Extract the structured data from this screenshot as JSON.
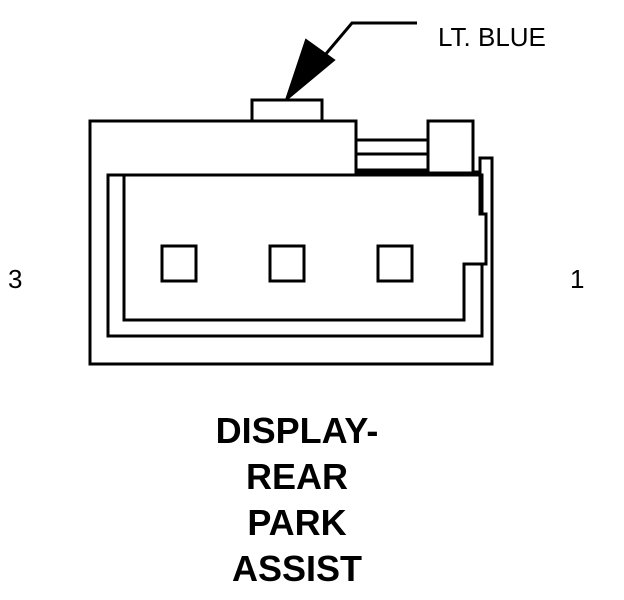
{
  "connector": {
    "wire_color_label": "LT. BLUE",
    "pin_left_label": "3",
    "pin_right_label": "1",
    "title_lines": [
      "DISPLAY-",
      "REAR",
      "PARK",
      "ASSIST"
    ]
  },
  "colors": {
    "line": "#000000",
    "background": "#ffffff"
  }
}
